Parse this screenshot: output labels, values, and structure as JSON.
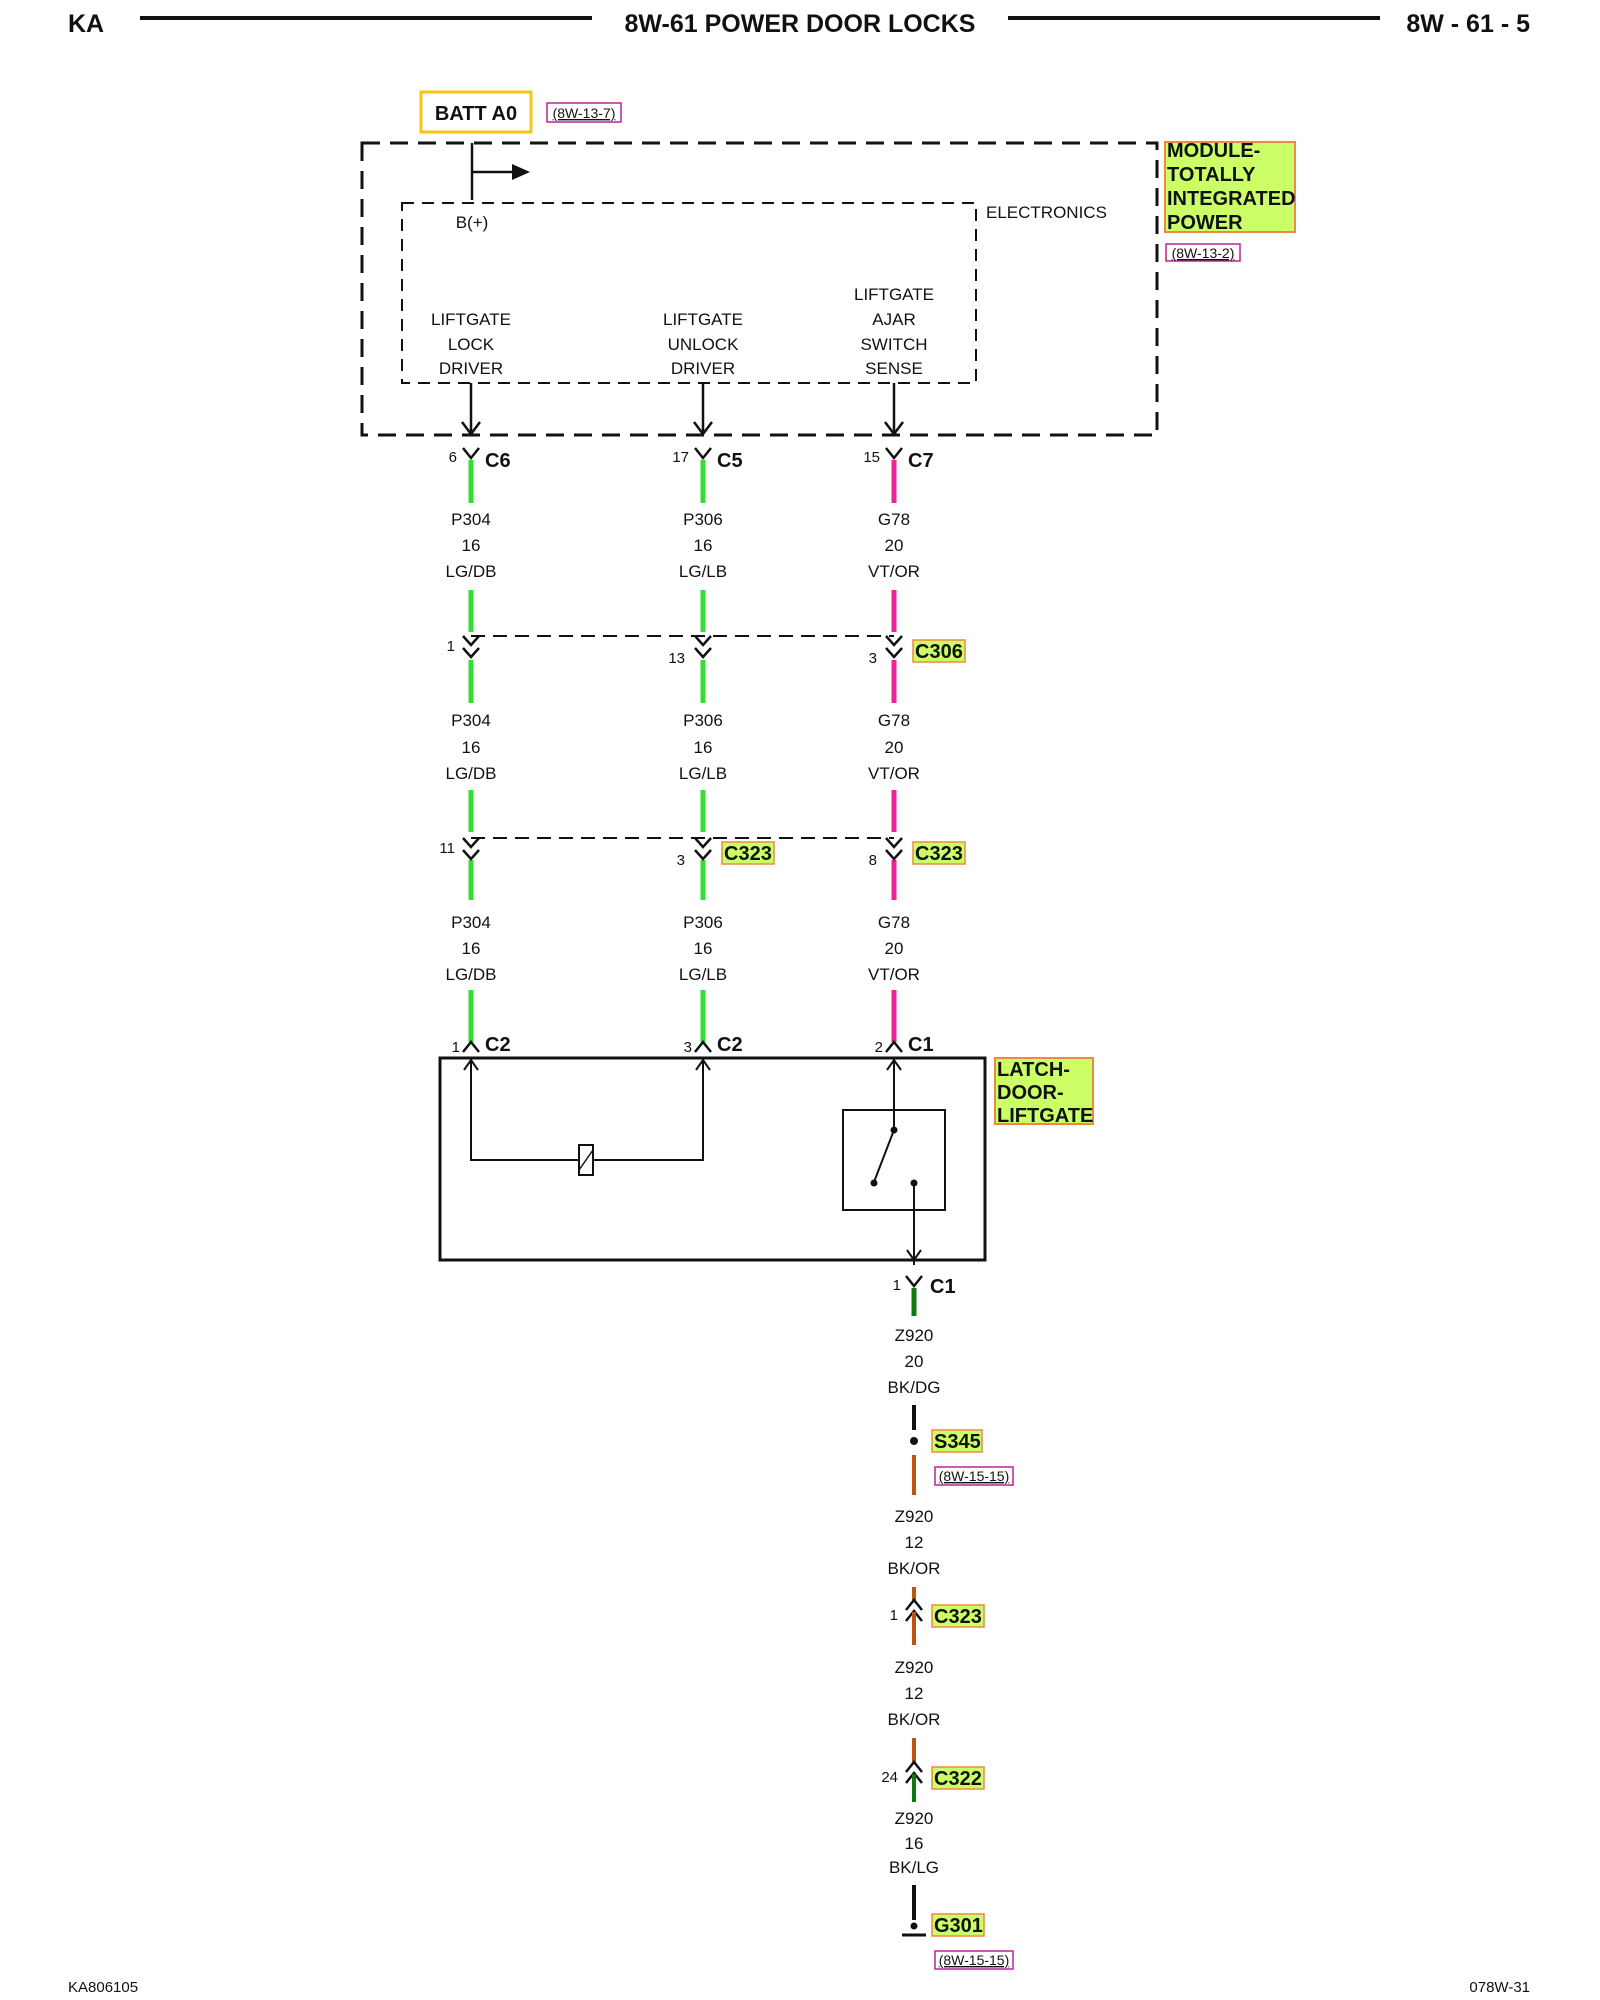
{
  "header": {
    "left": "KA",
    "title": "8W-61 POWER DOOR LOCKS",
    "right": "8W - 61 - 5"
  },
  "footer": {
    "left": "KA806105",
    "right": "078W-31"
  },
  "colors": {
    "lg_wire": "#33dd33",
    "vt_wire": "#ee2299",
    "dg_wire": "#117711",
    "or_wire": "#bb5511",
    "tag_fill": "#ccff66",
    "tag_border": "#ee8844",
    "ref_border": "#bb2299"
  },
  "source": {
    "label": "BATT A0",
    "ref": "(8W-13-7)"
  },
  "module": {
    "name": [
      "MODULE-",
      "TOTALLY",
      "INTEGRATED",
      "POWER"
    ],
    "ref": "(8W-13-2)",
    "electronics": "ELECTRONICS",
    "bplus": "B(+)",
    "circuits": [
      [
        "LIFTGATE",
        "LOCK",
        "DRIVER"
      ],
      [
        "LIFTGATE",
        "UNLOCK",
        "DRIVER"
      ],
      [
        "LIFTGATE",
        "AJAR",
        "SWITCH",
        "SENSE"
      ]
    ]
  },
  "module_connectors": [
    {
      "pin": "6",
      "name": "C6"
    },
    {
      "pin": "17",
      "name": "C5"
    },
    {
      "pin": "15",
      "name": "C7"
    }
  ],
  "wires": {
    "lock": [
      "P304",
      "16",
      "LG/DB"
    ],
    "unlock": [
      "P306",
      "16",
      "LG/LB"
    ],
    "sense": [
      "G78",
      "20",
      "VT/OR"
    ]
  },
  "inline_connectors": [
    {
      "pins": [
        "1",
        "13",
        "3"
      ],
      "names": [
        "",
        "",
        "C306"
      ]
    },
    {
      "pins": [
        "11",
        "3",
        "8"
      ],
      "names": [
        "",
        "C323",
        "C323"
      ]
    }
  ],
  "latch": {
    "name": [
      "LATCH-",
      "DOOR-",
      "LIFTGATE"
    ],
    "connectors": [
      {
        "pin": "1",
        "name": "C2"
      },
      {
        "pin": "3",
        "name": "C2"
      },
      {
        "pin": "2",
        "name": "C1"
      }
    ],
    "ground_conn": {
      "pin": "1",
      "name": "C1"
    }
  },
  "ground_path": {
    "w1": [
      "Z920",
      "20",
      "BK/DG"
    ],
    "splice": {
      "name": "S345",
      "ref": "(8W-15-15)"
    },
    "w2": [
      "Z920",
      "12",
      "BK/OR"
    ],
    "c1": {
      "pin": "1",
      "name": "C323"
    },
    "w3": [
      "Z920",
      "12",
      "BK/OR"
    ],
    "c2": {
      "pin": "24",
      "name": "C322"
    },
    "w4": [
      "Z920",
      "16",
      "BK/LG"
    ],
    "ground": {
      "name": "G301",
      "ref": "(8W-15-15)"
    }
  }
}
